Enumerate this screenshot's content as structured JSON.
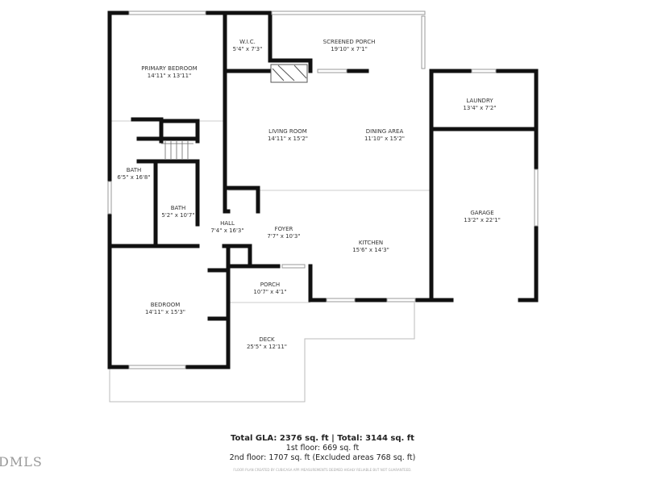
{
  "rooms": [
    {
      "name": "Primary Bedroom",
      "dims": "14'11\" x 13'11\""
    },
    {
      "name": "W.I.C.",
      "dims": "5'4\" x 7'3\""
    },
    {
      "name": "Screened Porch",
      "dims": "19'10\" x 7'1\""
    },
    {
      "name": "Laundry",
      "dims": "13'4\" x 7'2\""
    },
    {
      "name": "Living Room",
      "dims": "14'11\" x 15'2\""
    },
    {
      "name": "Dining Area",
      "dims": "11'10\" x 15'2\""
    },
    {
      "name": "Bath",
      "dims": "6'5\" x 16'8\""
    },
    {
      "name": "Bath",
      "dims": "5'2\" x 10'7\""
    },
    {
      "name": "Garage",
      "dims": "13'2\" x 22'1\""
    },
    {
      "name": "Hall",
      "dims": "7'4\" x 16'3\""
    },
    {
      "name": "Foyer",
      "dims": "7'7\" x 10'3\""
    },
    {
      "name": "Kitchen",
      "dims": "15'6\" x 14'3\""
    },
    {
      "name": "Porch",
      "dims": "10'7\" x 4'1\""
    },
    {
      "name": "Bedroom",
      "dims": "14'11\" x 15'3\""
    },
    {
      "name": "Deck",
      "dims": "25'5\" x 12'11\""
    }
  ],
  "summary": {
    "total": "Total GLA: 2376 sq. ft | Total: 3144 sq. ft",
    "floor1": "1st floor: 669 sq. ft",
    "floor2": "2nd floor: 1707 sq. ft (Excluded areas 768 sq. ft)"
  },
  "disclaimer": "FLOOR PLAN CREATED BY CUBICASA APP. MEASUREMENTS DEEMED HIGHLY RELIABLE BUT NOT GUARANTEED.",
  "logo": "DMLS",
  "colors": {
    "wall": "#111111",
    "thin": "#cccccc"
  }
}
